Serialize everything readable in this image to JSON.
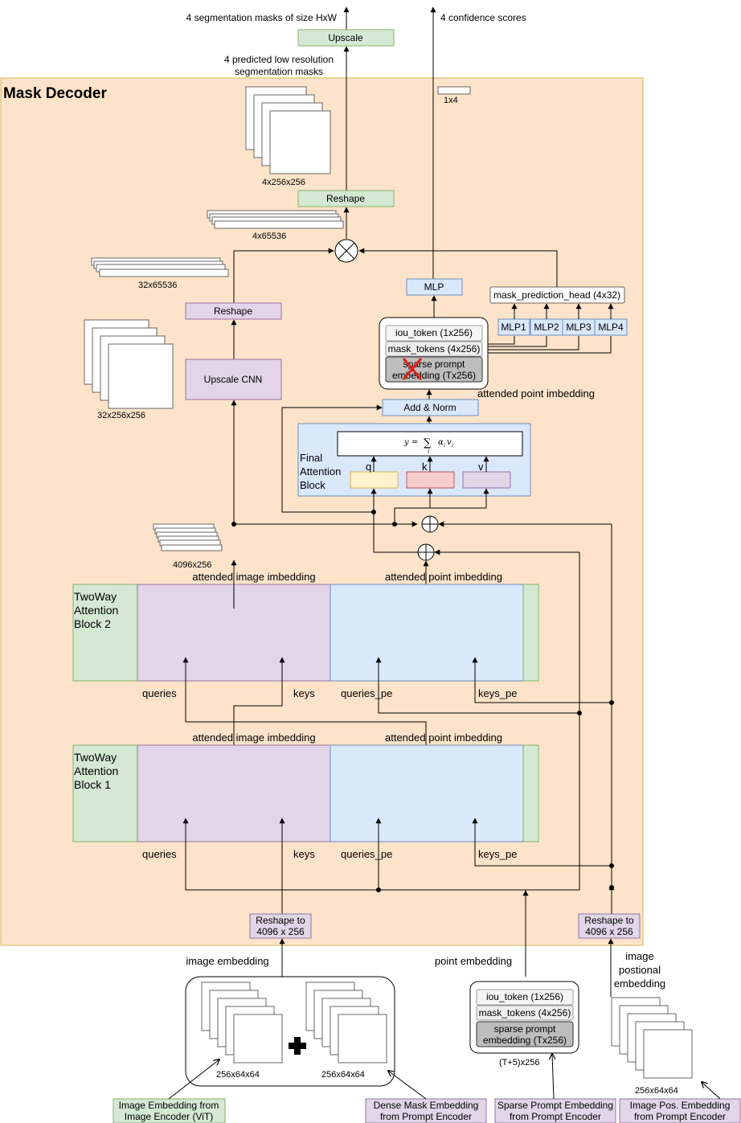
{
  "mask_decoder": {
    "title": "Mask Decoder",
    "outputs": {
      "masks_label": "4 segmentation masks of size HxW",
      "scores_label": "4 confidence scores",
      "upscale_box": "Upscale",
      "low_res_label_1": "4 predicted low resolution",
      "low_res_label_2": "segmentation masks",
      "shape_1x4": "1x4",
      "shape_4x256x256": "4x256x256",
      "reshape_top": "Reshape",
      "shape_4x65536": "4x65536",
      "shape_32x65536": "32x65536",
      "reshape_mid": "Reshape",
      "upscale_cnn": "Upscale CNN",
      "shape_32x256x256": "32x256x256",
      "mlp": "MLP",
      "mask_prediction_head": "mask_prediction_head (4x32)",
      "mlp_heads": [
        "MLP1",
        "MLP2",
        "MLP3",
        "MLP4"
      ]
    },
    "token_stack": {
      "iou_token": "iou_token (1x256)",
      "mask_tokens": "mask_tokens (4x256)",
      "sparse_1": "sparse prompt",
      "sparse_2": "embedding (Tx256)"
    },
    "attended_point_top": "attended point imbedding",
    "add_norm": "Add & Norm",
    "final_attention": {
      "label_1": "Final",
      "label_2": "Attention",
      "label_3": "Block",
      "formula_lhs": "y = ",
      "formula_sum": "∑",
      "formula_sub": "i",
      "formula_term": "α",
      "formula_term_sub": "i",
      "formula_v": "v",
      "formula_v_sub": "i",
      "q": "q",
      "k": "k",
      "v": "v"
    },
    "shape_4096x256": "4096x256",
    "block2": {
      "label_1": "TwoWay",
      "label_2": "Attention",
      "label_3": "Block 2",
      "attended_image": "attended image imbedding",
      "attended_point": "attended point imbedding",
      "queries": "queries",
      "keys": "keys",
      "queries_pe": "queries_pe",
      "keys_pe": "keys_pe"
    },
    "block1": {
      "label_1": "TwoWay",
      "label_2": "Attention",
      "label_3": "Block 1",
      "attended_image": "attended image imbedding",
      "attended_point": "attended point imbedding",
      "queries": "queries",
      "keys": "keys",
      "queries_pe": "queries_pe",
      "keys_pe": "keys_pe"
    },
    "reshape_left_1": "Reshape to",
    "reshape_left_2": "4096 x 256",
    "reshape_right_1": "Reshape to",
    "reshape_right_2": "4096 x 256"
  },
  "inputs": {
    "image_embedding": "image embedding",
    "point_embedding": "point embedding",
    "image_pos_1": "image",
    "image_pos_2": "postional",
    "image_pos_3": "embedding",
    "shape_256_left": "256x64x64",
    "shape_256_right": "256x64x64",
    "token_iou": "iou_token (1x256)",
    "token_mask": "mask_tokens (4x256)",
    "token_sparse_1": "sparse prompt",
    "token_sparse_2": "embedding (Tx256)",
    "shape_t5": "(T+5)x256",
    "shape_256_pos": "256x64x64",
    "src_image_1": "Image Embedding from",
    "src_image_2": "Image Encoder (ViT)",
    "src_dense_1": "Dense Mask Embedding",
    "src_dense_2": "from Prompt Encoder",
    "src_sparse_1": "Sparse Prompt Embedding",
    "src_sparse_2": "from Prompt Encoder",
    "src_pos_1": "Image Pos. Embedding",
    "src_pos_2": "from Prompt Encoder"
  },
  "colors": {
    "decoder_bg": "#fde3c9",
    "decoder_border": "#d6b656",
    "green": "#d5e8d4",
    "green_border": "#82b366",
    "purple": "#e1d5e7",
    "purple_border": "#9673a6",
    "blue": "#dae8fc",
    "blue_border": "#6c8ebf",
    "yellow": "#fff2cc",
    "red": "#f8cecc"
  }
}
